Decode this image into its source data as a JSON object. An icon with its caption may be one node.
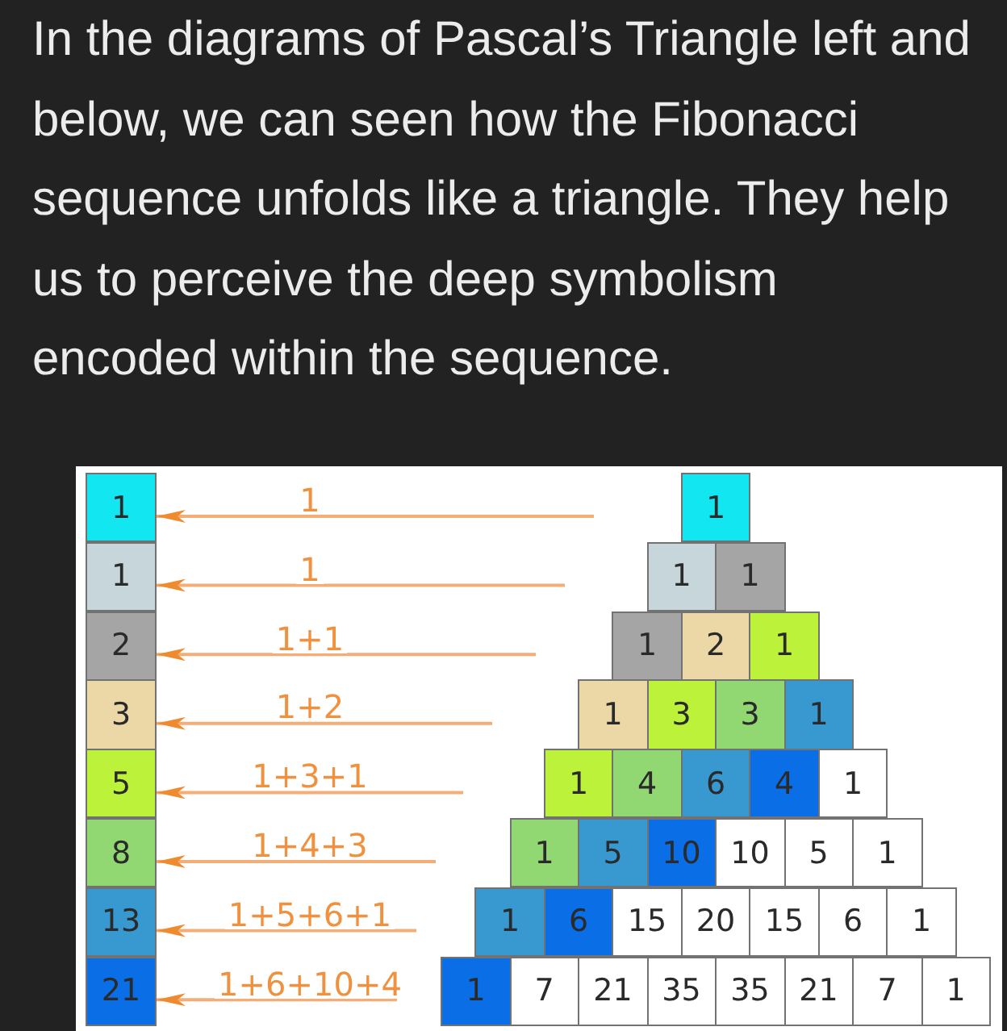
{
  "diagram": {
    "caption": "In the diagrams of Pascal’s Triangle left and below, we can seen how the Fibonacci sequence unfolds like a triangle. They help us to perceive the deep symbolism encoded within the sequence.",
    "nodes": [
      {
        "text": [
          "1"
        ]
      },
      {
        "text": [
          "1"
        ]
      },
      {
        "text": [
          "2"
        ]
      },
      {
        "text": [
          "3"
        ]
      },
      {
        "text": [
          "5"
        ]
      },
      {
        "text": [
          "8"
        ]
      },
      {
        "text": [
          "13"
        ]
      },
      {
        "text": [
          "21"
        ]
      },
      {
        "text": [
          "1"
        ]
      },
      {
        "text": [
          "1"
        ]
      },
      {
        "text": [
          "1"
        ]
      },
      {
        "text": [
          "1"
        ]
      },
      {
        "text": [
          "2"
        ]
      },
      {
        "text": [
          "1"
        ]
      },
      {
        "text": [
          "1"
        ]
      },
      {
        "text": [
          "3"
        ]
      },
      {
        "text": [
          "3"
        ]
      },
      {
        "text": [
          "1"
        ]
      },
      {
        "text": [
          "1"
        ]
      },
      {
        "text": [
          "4"
        ]
      },
      {
        "text": [
          "6"
        ]
      },
      {
        "text": [
          "4"
        ]
      },
      {
        "text": [
          "1"
        ]
      },
      {
        "text": [
          "1"
        ]
      },
      {
        "text": [
          "5"
        ]
      },
      {
        "text": [
          "10"
        ]
      },
      {
        "text": [
          "10"
        ]
      },
      {
        "text": [
          "5"
        ]
      },
      {
        "text": [
          "1"
        ]
      },
      {
        "text": [
          "1"
        ]
      },
      {
        "text": [
          "6"
        ]
      },
      {
        "text": [
          "15"
        ]
      },
      {
        "text": [
          "20"
        ]
      },
      {
        "text": [
          "15"
        ]
      },
      {
        "text": [
          "6"
        ]
      },
      {
        "text": [
          "1"
        ]
      },
      {
        "text": [
          "1"
        ]
      },
      {
        "text": [
          "7"
        ]
      },
      {
        "text": [
          "21"
        ]
      },
      {
        "text": [
          "35"
        ]
      },
      {
        "text": [
          "35"
        ]
      },
      {
        "text": [
          "21"
        ]
      },
      {
        "text": [
          "7"
        ]
      },
      {
        "text": [
          "1"
        ]
      }
    ],
    "edges": [
      {
        "from": null,
        "to": 0,
        "arrow": "to",
        "label": "1"
      },
      {
        "from": null,
        "to": 1,
        "arrow": "to",
        "label": "1"
      },
      {
        "from": null,
        "to": 2,
        "arrow": "to",
        "label": "1+1"
      },
      {
        "from": null,
        "to": 3,
        "arrow": "to",
        "label": "1+2"
      },
      {
        "from": null,
        "to": 4,
        "arrow": "to",
        "label": "1+3+1"
      },
      {
        "from": null,
        "to": 5,
        "arrow": "to",
        "label": "1+4+3"
      },
      {
        "from": null,
        "to": 6,
        "arrow": "to",
        "label": "1+5+6+1"
      },
      {
        "from": null,
        "to": 7,
        "arrow": "to",
        "label": "1+6+10+4"
      }
    ]
  }
}
